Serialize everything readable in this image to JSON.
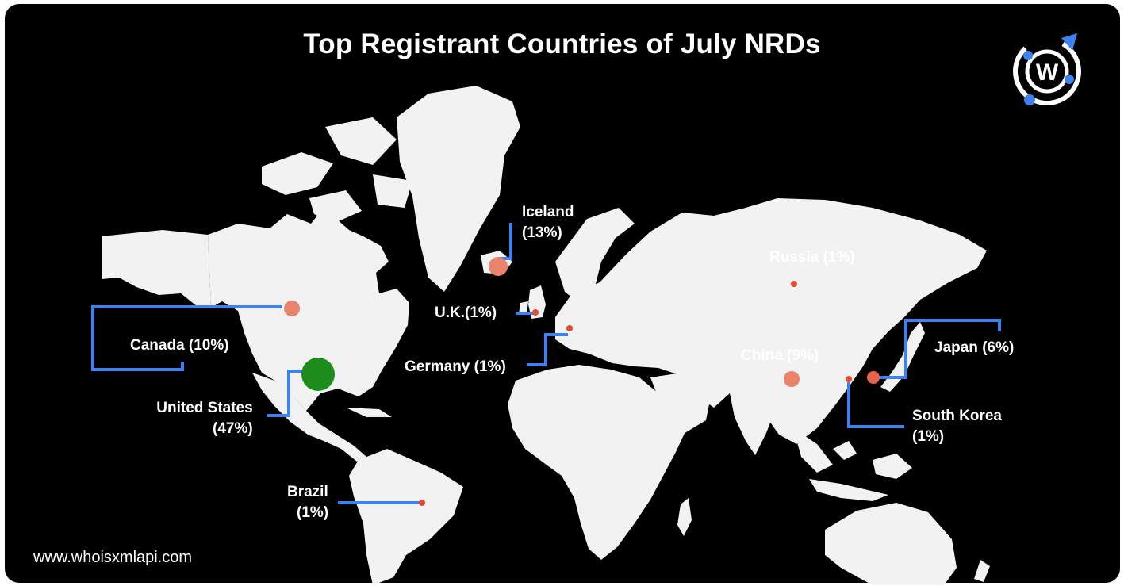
{
  "title": "Top Registrant Countries of July NRDs",
  "footer": "www.whoisxmlapi.com",
  "logo": {
    "icon": "whoisxmlapi-logo-icon",
    "letter": "W"
  },
  "colors": {
    "background": "#000000",
    "land": "#f2f2f2",
    "leader_line": "#3d82ef",
    "marker_small": "#e8482b",
    "marker_medium": "#e8836c",
    "marker_top": "#1c8c1c",
    "text": "#ffffff"
  },
  "countries": [
    {
      "id": "united-states",
      "name": "United States",
      "pct": "(47%)",
      "share": 47
    },
    {
      "id": "iceland",
      "name": "Iceland",
      "pct": "(13%)",
      "share": 13
    },
    {
      "id": "canada",
      "name": "Canada (10%)",
      "share": 10
    },
    {
      "id": "china",
      "name": "China (9%)",
      "share": 9
    },
    {
      "id": "japan",
      "name": "Japan (6%)",
      "share": 6
    },
    {
      "id": "russia",
      "name": "Russia (1%)",
      "share": 1
    },
    {
      "id": "uk",
      "name": "U.K.(1%)",
      "share": 1
    },
    {
      "id": "germany",
      "name": "Germany (1%)",
      "share": 1
    },
    {
      "id": "south-korea",
      "name": "South Korea",
      "pct": "(1%)",
      "share": 1
    },
    {
      "id": "brazil",
      "name": "Brazil",
      "pct": "(1%)",
      "share": 1
    }
  ]
}
